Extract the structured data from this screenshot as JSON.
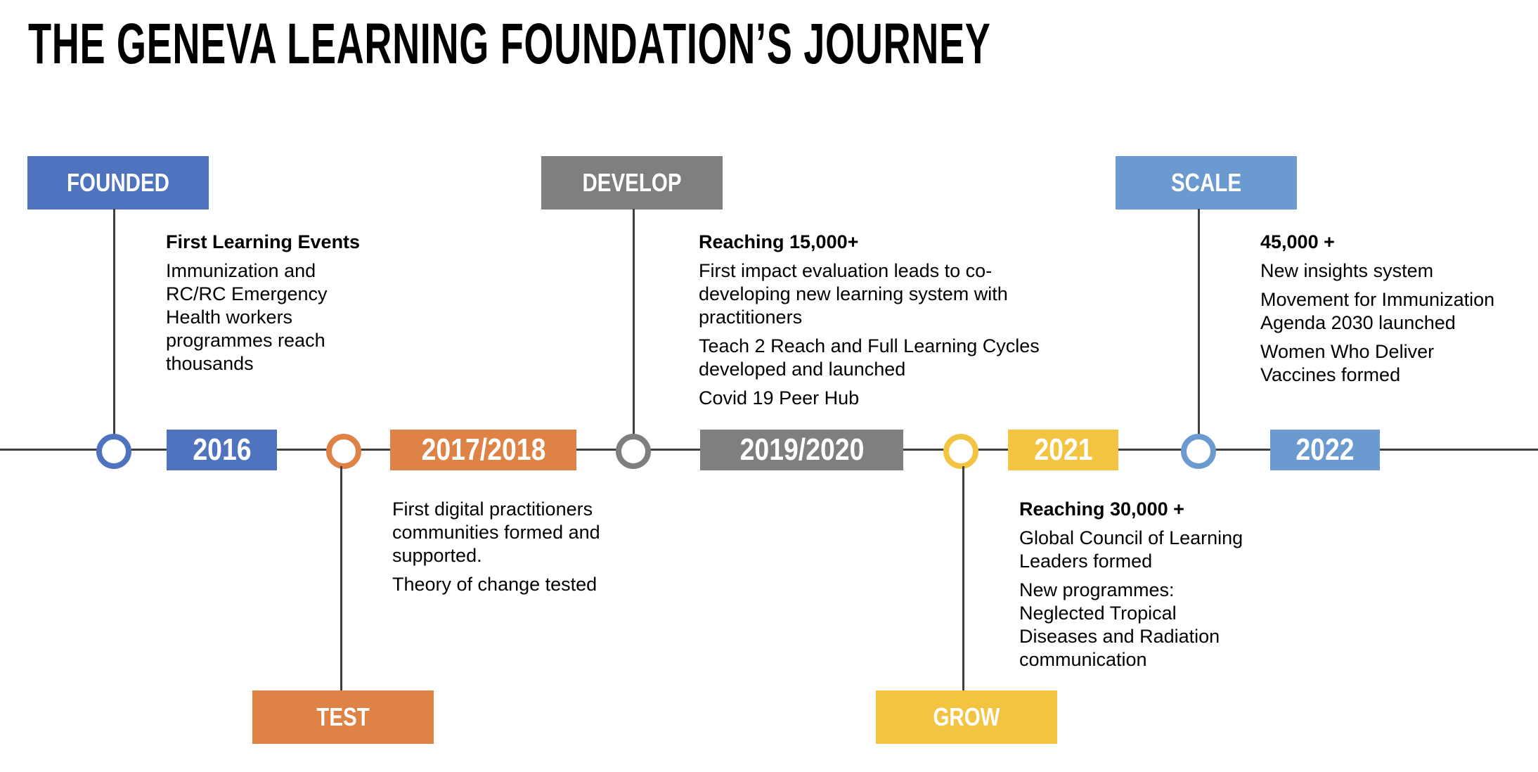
{
  "title": "THE GENEVA LEARNING FOUNDATION’S JOURNEY",
  "colors": {
    "founded": "#5073C0",
    "test": "#DF8245",
    "develop": "#7F7F7F",
    "grow": "#F3C342",
    "scale": "#6B9AD0",
    "axis": "#404040"
  },
  "milestones": [
    {
      "phase": "FOUNDED",
      "year": "2016",
      "color": "#5073C0",
      "position": "above",
      "heading": "First Learning Events",
      "paragraphs": [
        "Immunization and RC/RC Emergency Health workers programmes reach thousands"
      ]
    },
    {
      "phase": "TEST",
      "year": "2017/2018",
      "color": "#DF8245",
      "position": "below",
      "heading": "",
      "paragraphs": [
        "First digital practitioners communities formed and supported.",
        "Theory of change tested"
      ]
    },
    {
      "phase": "DEVELOP",
      "year": "2019/2020",
      "color": "#7F7F7F",
      "position": "above",
      "heading": "Reaching 15,000+",
      "paragraphs": [
        "First impact evaluation leads to co-developing new learning system with practitioners",
        "Teach 2 Reach and Full Learning Cycles developed and launched",
        "Covid 19 Peer Hub"
      ]
    },
    {
      "phase": "GROW",
      "year": "2021",
      "color": "#F3C342",
      "position": "below",
      "heading": "Reaching 30,000 +",
      "paragraphs": [
        "Global Council of Learning Leaders formed",
        "New programmes: Neglected Tropical Diseases and Radiation communication"
      ]
    },
    {
      "phase": "SCALE",
      "year": "2022",
      "color": "#6B9AD0",
      "position": "above",
      "heading": "45,000 +",
      "paragraphs": [
        "New insights system",
        "Movement for Immunization Agenda 2030 launched",
        "Women Who Deliver Vaccines formed"
      ]
    }
  ]
}
